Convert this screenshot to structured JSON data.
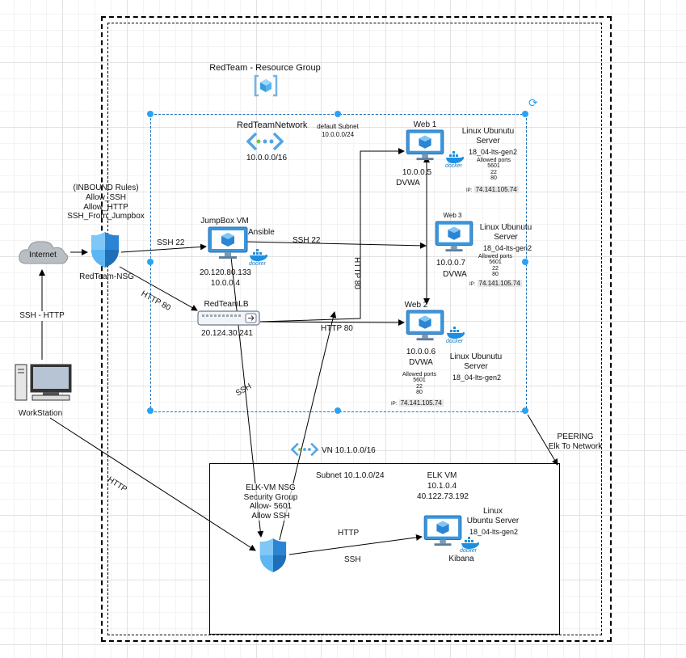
{
  "resource_group": {
    "label": "RedTeam - Resource Group"
  },
  "network": {
    "name": "RedTeamNetwork",
    "cidr": "10.0.0.0/16",
    "subnet_label": "default Subnet",
    "subnet_cidr": "10.0.0.0/24"
  },
  "nsg": {
    "rules": [
      "(INBOUND Rules)",
      "Allow_SSH",
      "Allow_HTTP",
      "SSH_From_Jumpbox"
    ],
    "name": "RedTeam-NSG"
  },
  "internet": {
    "label": "Internet"
  },
  "workstation": {
    "label": "WorkStation"
  },
  "jumpbox": {
    "name": "JumpBox VM",
    "ansible": "Ansible",
    "public_ip": "20.120.80.133",
    "private_ip": "10.0.0.4"
  },
  "lb": {
    "name": "RedTeamLB",
    "ip": "20.124.30.241"
  },
  "docker_label": "docker",
  "web1": {
    "name": "Web 1",
    "ip": "10.0.0.5",
    "app": "DVWA",
    "os": "Linux Ubunutu\nServer",
    "image": "18_04-lts-gen2",
    "ports": "Allowed ports\n5601\n22\n80",
    "ip_prefix": "IP:",
    "public_ip": "74.141.105.74"
  },
  "web3": {
    "name": "Web 3",
    "ip": "10.0.0.7",
    "app": "DVWA",
    "os": "Linux Ubunutu\nServer",
    "image": "18_04-lts-gen2",
    "ports": "Allowed ports\n5601\n22\n80",
    "ip_prefix": "IP:",
    "public_ip": "74.141.105.74"
  },
  "web2": {
    "name": "Web 2",
    "ip": "10.0.0.6",
    "app": "DVWA",
    "os": "Linux Ubunutu\nServer",
    "image": "18_04-lts-gen2",
    "ports": "Allowed ports\n5601\n22\n80",
    "ip_prefix": "IP:",
    "public_ip": "74.141.105.74"
  },
  "edges": {
    "ssh22_nsg_jump": "SSH 22",
    "ssh22_jump_web": "SSH 22",
    "http80_nsg_lb": "HTTP 80",
    "http80_lb_web": "HTTP 80",
    "http80_vertical": "HTTP 80",
    "ssh_ws_internet": "SSH - HTTP",
    "ssh_jump_elk": "SSH",
    "http_ws_elk": "HTTP",
    "peering": "PEERING\nElk To Network"
  },
  "vn2": {
    "label": "VN 10.1.0.0/16",
    "subnet": "Subnet 10.1.0.0/24"
  },
  "elk_nsg": {
    "text": "ELK-VM NSG\nSecurity Group\nAllow- 5601\nAllow SSH"
  },
  "elk_vm": {
    "name": "ELK VM",
    "private_ip": "10.1.0.4",
    "public_ip": "40.122.73.192",
    "os": "Linux\nUbuntu Server",
    "image": "18_04-lts-gen2",
    "app": "Kibana",
    "http": "HTTP",
    "ssh": "SSH"
  }
}
